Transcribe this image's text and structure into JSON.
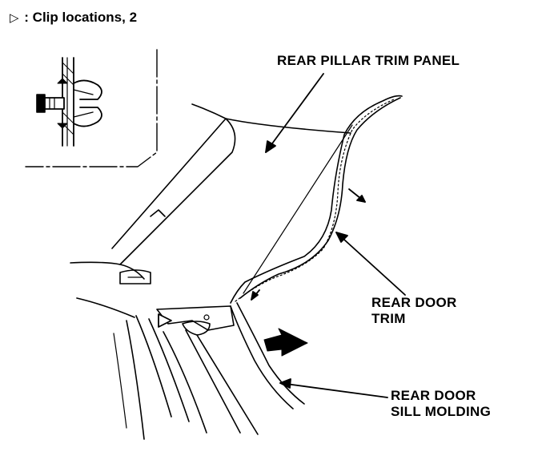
{
  "legend": {
    "symbol": "▷",
    "text": ": Clip locations, 2"
  },
  "labels": {
    "rear_pillar_trim_panel": "REAR PILLAR TRIM PANEL",
    "rear_door_trim": [
      "REAR DOOR",
      "TRIM"
    ],
    "rear_door_sill_molding": [
      "REAR DOOR",
      "SILL MOLDING"
    ]
  },
  "colors": {
    "ink": "#000000",
    "paper": "#ffffff"
  }
}
